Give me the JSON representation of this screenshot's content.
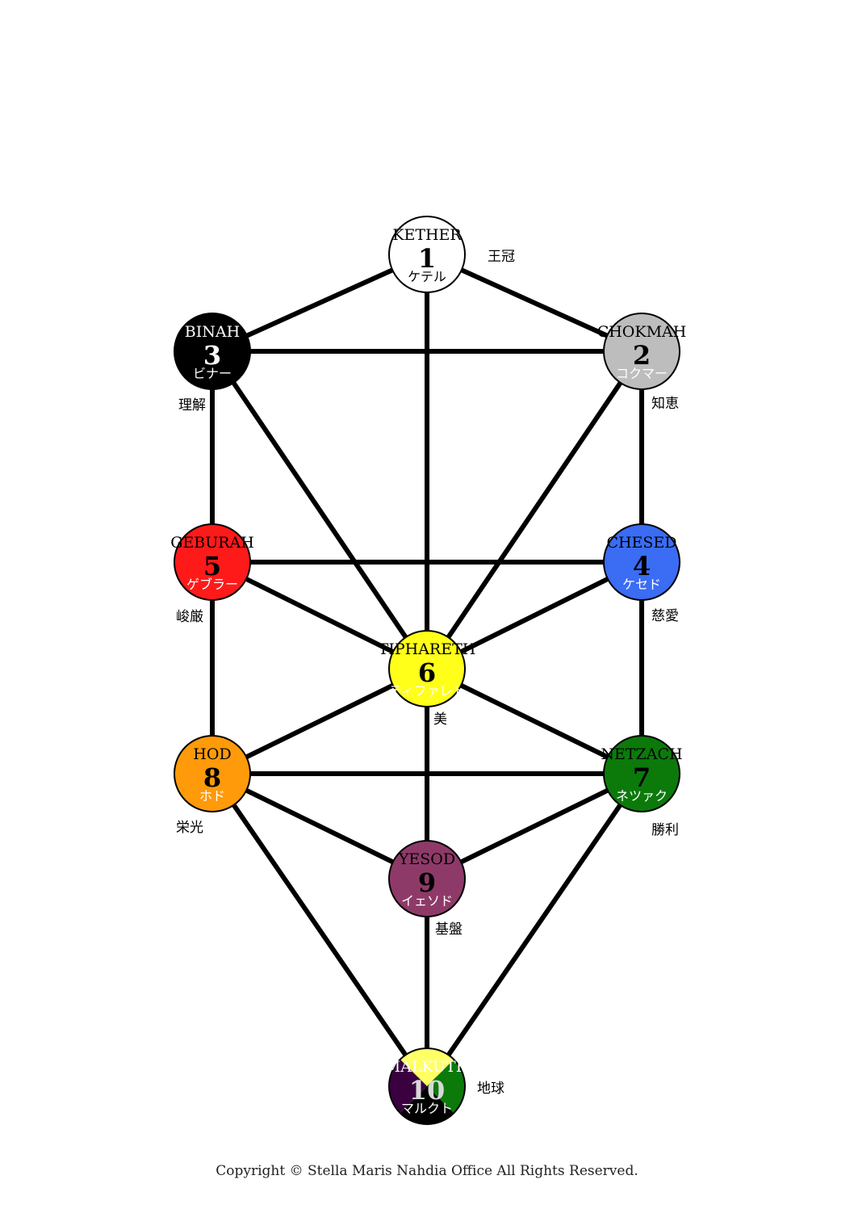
{
  "nodes": [
    {
      "id": "kether",
      "number": "1",
      "name_en": "KETHER",
      "name_jp": "ケテル",
      "meaning": "王冠",
      "fill": "#ffffff",
      "text_color": "#000000"
    },
    {
      "id": "chokmah",
      "number": "2",
      "name_en": "CHOKMAH",
      "name_jp": "コクマー",
      "meaning": "知恵",
      "fill": "#bdbdbd",
      "text_color": "#000000"
    },
    {
      "id": "binah",
      "number": "3",
      "name_en": "BINAH",
      "name_jp": "ビナー",
      "meaning": "理解",
      "fill": "#000000",
      "text_color": "#ffffff"
    },
    {
      "id": "chesed",
      "number": "4",
      "name_en": "CHESED",
      "name_jp": "ケセド",
      "meaning": "慈愛",
      "fill": "#3a6cf4",
      "text_color": "#000000"
    },
    {
      "id": "geburah",
      "number": "5",
      "name_en": "GEBURAH",
      "name_jp": "ゲブラー",
      "meaning": "峻厳",
      "fill": "#ff1a1a",
      "text_color": "#000000"
    },
    {
      "id": "tiphareth",
      "number": "6",
      "name_en": "TIPHARETH",
      "name_jp": "ティファレト",
      "meaning": "美",
      "fill": "#ffff1a",
      "text_color": "#000000"
    },
    {
      "id": "netzach",
      "number": "7",
      "name_en": "NETZACH",
      "name_jp": "ネツァク",
      "meaning": "勝利",
      "fill": "#0b7a0b",
      "text_color": "#000000"
    },
    {
      "id": "hod",
      "number": "8",
      "name_en": "HOD",
      "name_jp": "ホド",
      "meaning": "栄光",
      "fill": "#ff9a0a",
      "text_color": "#000000"
    },
    {
      "id": "yesod",
      "number": "9",
      "name_en": "YESOD",
      "name_jp": "イェソド",
      "meaning": "基盤",
      "fill": "#8e3a68",
      "text_color": "#000000"
    },
    {
      "id": "malkuth",
      "number": "10",
      "name_en": "MALKUTH",
      "name_jp": "マルクト",
      "meaning": "地球",
      "fill": "#000000",
      "text_color": "#ffffff",
      "quarter_colors": [
        "#ffff66",
        "#0b7a0b",
        "#000000",
        "#3a0040"
      ]
    }
  ],
  "paths": [
    [
      "kether",
      "chokmah"
    ],
    [
      "kether",
      "binah"
    ],
    [
      "kether",
      "tiphareth"
    ],
    [
      "chokmah",
      "binah"
    ],
    [
      "chokmah",
      "chesed"
    ],
    [
      "chokmah",
      "tiphareth"
    ],
    [
      "binah",
      "geburah"
    ],
    [
      "binah",
      "tiphareth"
    ],
    [
      "chesed",
      "geburah"
    ],
    [
      "chesed",
      "tiphareth"
    ],
    [
      "chesed",
      "netzach"
    ],
    [
      "geburah",
      "tiphareth"
    ],
    [
      "geburah",
      "hod"
    ],
    [
      "tiphareth",
      "netzach"
    ],
    [
      "tiphareth",
      "hod"
    ],
    [
      "tiphareth",
      "yesod"
    ],
    [
      "netzach",
      "hod"
    ],
    [
      "netzach",
      "yesod"
    ],
    [
      "netzach",
      "malkuth"
    ],
    [
      "hod",
      "yesod"
    ],
    [
      "hod",
      "malkuth"
    ],
    [
      "yesod",
      "malkuth"
    ]
  ],
  "copyright": "Copyright © Stella Maris Nahdia Office All Rights Reserved."
}
